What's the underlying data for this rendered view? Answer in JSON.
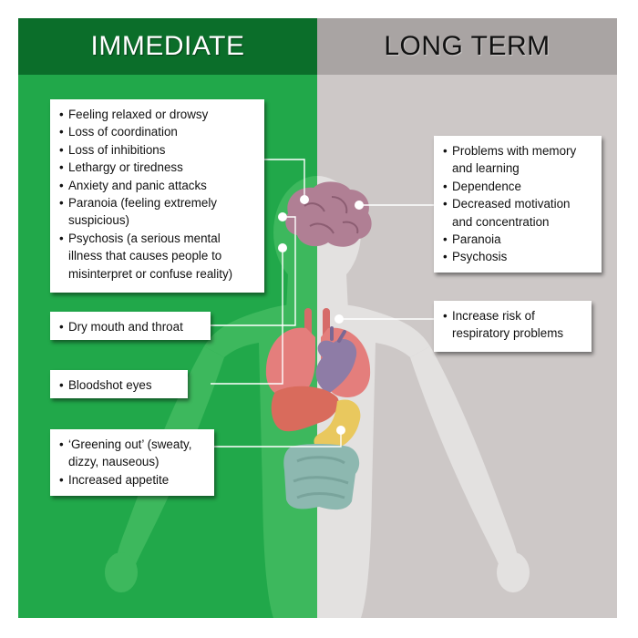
{
  "headers": {
    "immediate": "IMMEDIATE",
    "long_term": "LONG TERM"
  },
  "immediate_effects": {
    "brain": [
      "Feeling relaxed or drowsy",
      "Loss of coordination",
      "Loss of inhibitions",
      "Lethargy or tiredness",
      "Anxiety and panic attacks",
      "Paranoia (feeling extremely suspicious)",
      "Psychosis (a serious mental illness that causes people to misinterpret or confuse reality)"
    ],
    "mouth": [
      "Dry mouth and throat"
    ],
    "eyes": [
      "Bloodshot eyes"
    ],
    "stomach": [
      "‘Greening out’ (sweaty, dizzy, nauseous)",
      "Increased appetite"
    ]
  },
  "long_term_effects": {
    "brain": [
      "Problems with memory and learning",
      "Dependence",
      "Decreased motivation and concentration",
      "Paranoia",
      "Psychosis"
    ],
    "lungs": [
      "Increase risk of respiratory problems"
    ]
  },
  "colors": {
    "immediate_background": "#21a84a",
    "immediate_header": "#0b6e2a",
    "immediate_silhouette": "#3db85d",
    "long_term_background": "#cdc8c7",
    "long_term_header": "#a9a4a3",
    "long_term_silhouette": "#e3e1e0",
    "brain": "#b07f94",
    "lungs": "#e47e7c",
    "heart": "#8e7ca6",
    "liver": "#d96b5c",
    "stomach": "#e9c85e",
    "intestines": "#8db8b0",
    "connector_line": "#ffffff"
  }
}
